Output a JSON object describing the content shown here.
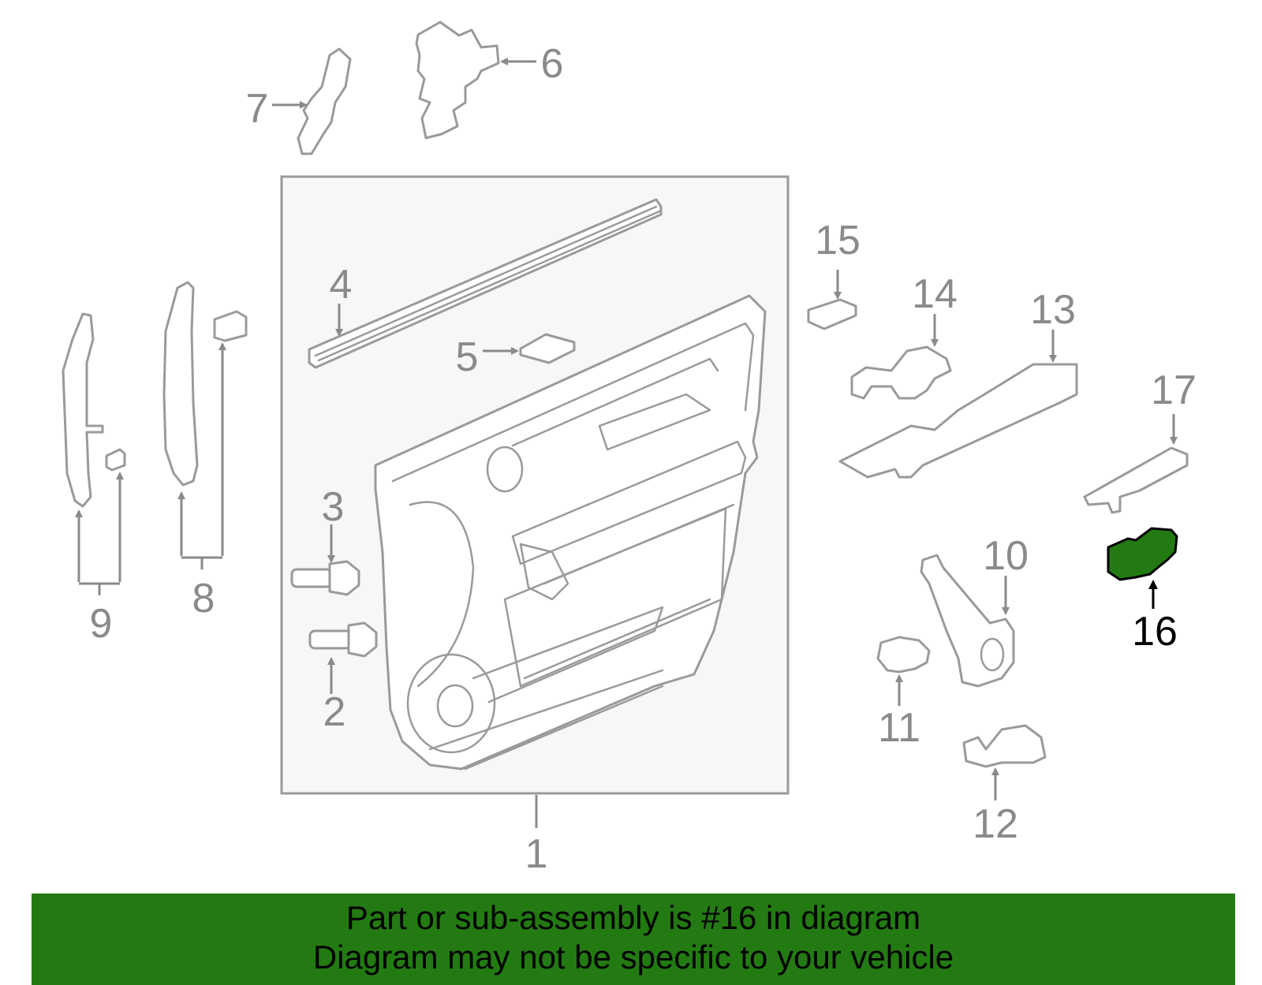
{
  "diagram": {
    "callouts": [
      "1",
      "2",
      "3",
      "4",
      "5",
      "6",
      "7",
      "8",
      "9",
      "10",
      "11",
      "12",
      "13",
      "14",
      "15",
      "16",
      "17"
    ],
    "highlighted_part": "16",
    "highlight_color": "#237a12"
  },
  "caption": {
    "line1": "Part or sub-assembly is #16 in diagram",
    "line2": "Diagram may not be specific to your vehicle",
    "background": "#237a12"
  }
}
